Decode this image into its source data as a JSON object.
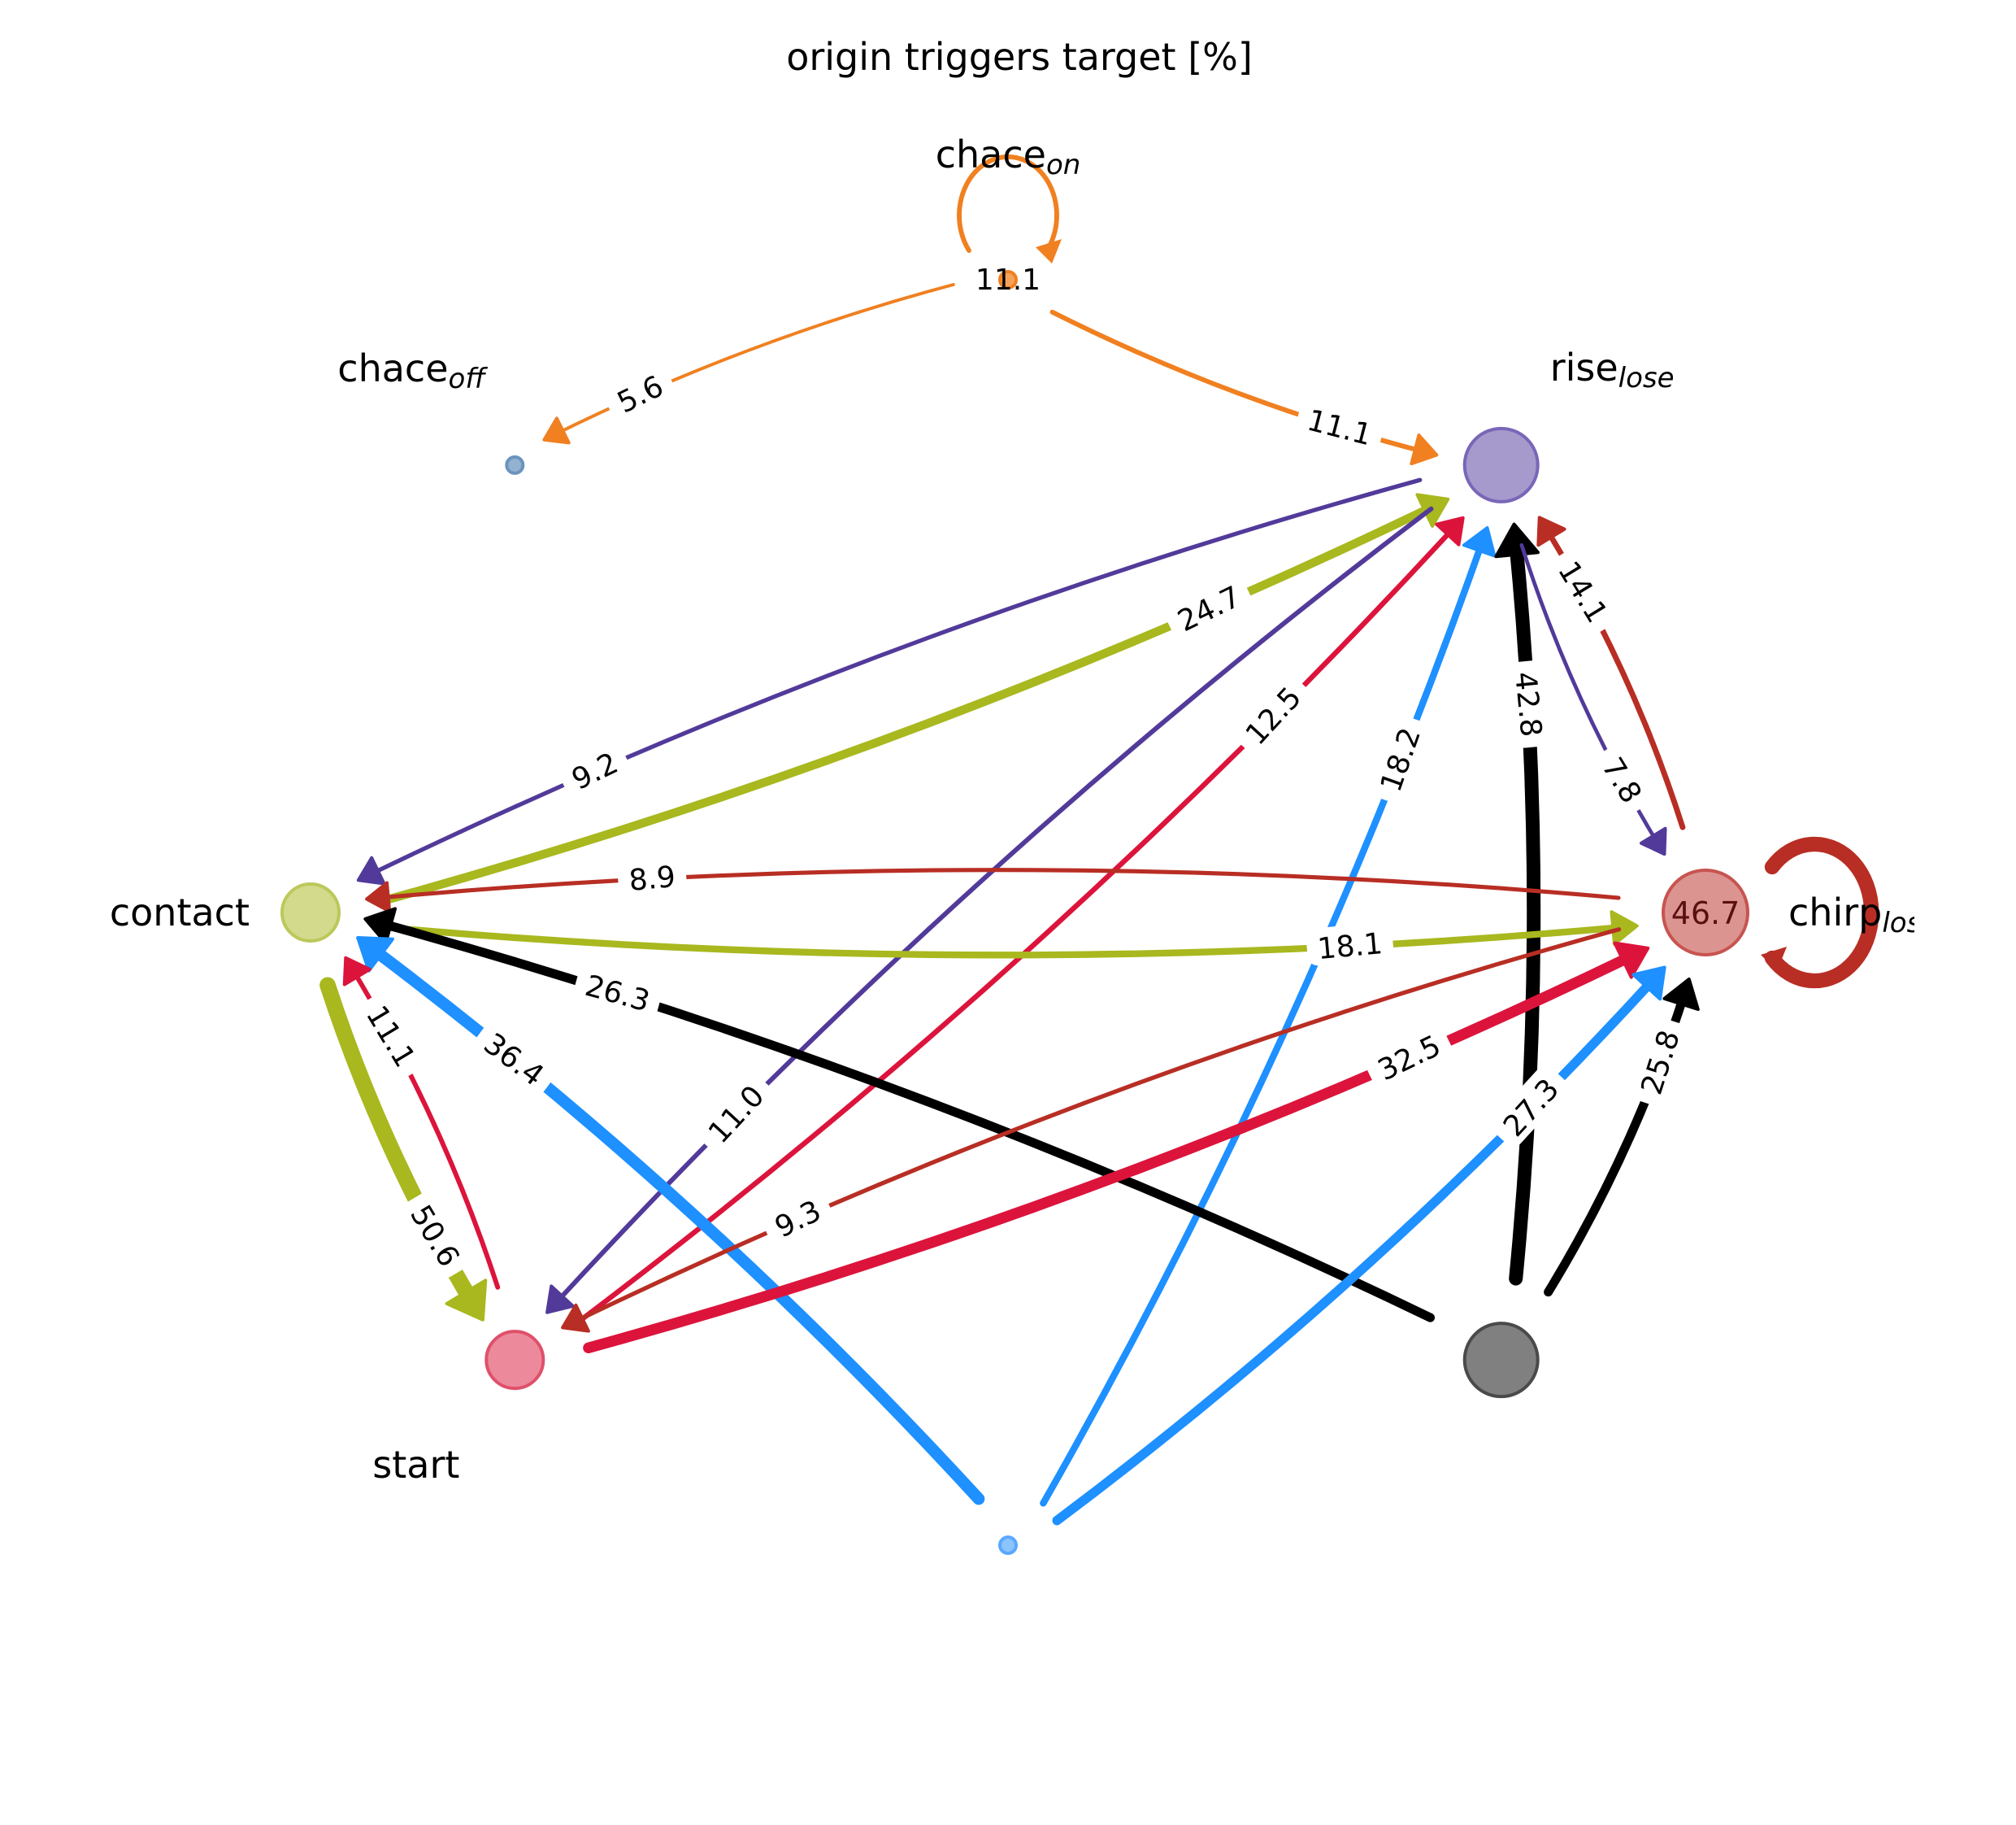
{
  "chart_data": {
    "type": "network",
    "title": "origin triggers target [%]",
    "nodes": [
      {
        "id": "chace_on",
        "label": "chace",
        "sub": "on",
        "color": "#f5a35a",
        "stroke": "#f08020",
        "self_value": null,
        "size_rank": 1
      },
      {
        "id": "rise_lose",
        "label": "rise",
        "sub": "lose",
        "color": "#a699cc",
        "stroke": "#7a66b8",
        "self_value": null,
        "size_rank": 5
      },
      {
        "id": "chirp_lose",
        "label": "chirp",
        "sub": "lose",
        "color": "#dc9490",
        "stroke": "#c75450",
        "self_value": "46.7",
        "size_rank": 6
      },
      {
        "id": "gray_node",
        "label": "",
        "sub": "",
        "color": "#808080",
        "stroke": "#4a4a4a",
        "self_value": null,
        "size_rank": 5
      },
      {
        "id": "blue_node",
        "label": "",
        "sub": "",
        "color": "#8cc4ff",
        "stroke": "#5aa8ff",
        "self_value": null,
        "size_rank": 1
      },
      {
        "id": "start",
        "label": "start",
        "sub": "",
        "color": "#ec8a9c",
        "stroke": "#e0506a",
        "self_value": null,
        "size_rank": 4
      },
      {
        "id": "contact",
        "label": "contact",
        "sub": "",
        "color": "#d3da8c",
        "stroke": "#bcc85a",
        "self_value": null,
        "size_rank": 4
      },
      {
        "id": "chace_off",
        "label": "chace",
        "sub": "off",
        "color": "#93b1d1",
        "stroke": "#6b93bd",
        "self_value": null,
        "size_rank": 1
      }
    ],
    "edges": [
      {
        "from": "chace_on",
        "to": "chace_on",
        "value": "11.1",
        "color": "#f08020"
      },
      {
        "from": "chace_on",
        "to": "chace_off",
        "value": "5.6",
        "color": "#f08020"
      },
      {
        "from": "chace_on",
        "to": "rise_lose",
        "value": "11.1",
        "color": "#f08020"
      },
      {
        "from": "rise_lose",
        "to": "contact",
        "value": "9.2",
        "color": "#523a9a"
      },
      {
        "from": "contact",
        "to": "rise_lose",
        "value": "24.7",
        "color": "#a8b81e"
      },
      {
        "from": "rise_lose",
        "to": "start",
        "value": "11.0",
        "color": "#523a9a"
      },
      {
        "from": "start",
        "to": "rise_lose",
        "value": "12.5",
        "color": "#dc143c"
      },
      {
        "from": "blue_node",
        "to": "rise_lose",
        "value": "18.2",
        "color": "#1e90ff"
      },
      {
        "from": "gray_node",
        "to": "rise_lose",
        "value": "42.8",
        "color": "#000000"
      },
      {
        "from": "rise_lose",
        "to": "chirp_lose",
        "value": "7.8",
        "color": "#523a9a"
      },
      {
        "from": "chirp_lose",
        "to": "rise_lose",
        "value": "14.1",
        "color": "#b82e24"
      },
      {
        "from": "chirp_lose",
        "to": "chirp_lose",
        "value": "46.7",
        "color": "#b82e24"
      },
      {
        "from": "chirp_lose",
        "to": "contact",
        "value": "8.9",
        "color": "#b82e24"
      },
      {
        "from": "contact",
        "to": "chirp_lose",
        "value": "18.1",
        "color": "#a8b81e"
      },
      {
        "from": "gray_node",
        "to": "contact",
        "value": "26.3",
        "color": "#000000"
      },
      {
        "from": "blue_node",
        "to": "contact",
        "value": "36.4",
        "color": "#1e90ff"
      },
      {
        "from": "start",
        "to": "contact",
        "value": "11.1",
        "color": "#dc143c"
      },
      {
        "from": "contact",
        "to": "start",
        "value": "50.6",
        "color": "#a8b81e"
      },
      {
        "from": "chirp_lose",
        "to": "start",
        "value": "9.3",
        "color": "#b82e24"
      },
      {
        "from": "start",
        "to": "chirp_lose",
        "value": "32.5",
        "color": "#dc143c"
      },
      {
        "from": "blue_node",
        "to": "chirp_lose",
        "value": "27.3",
        "color": "#1e90ff"
      },
      {
        "from": "gray_node",
        "to": "chirp_lose",
        "value": "25.8",
        "color": "#000000"
      }
    ]
  }
}
